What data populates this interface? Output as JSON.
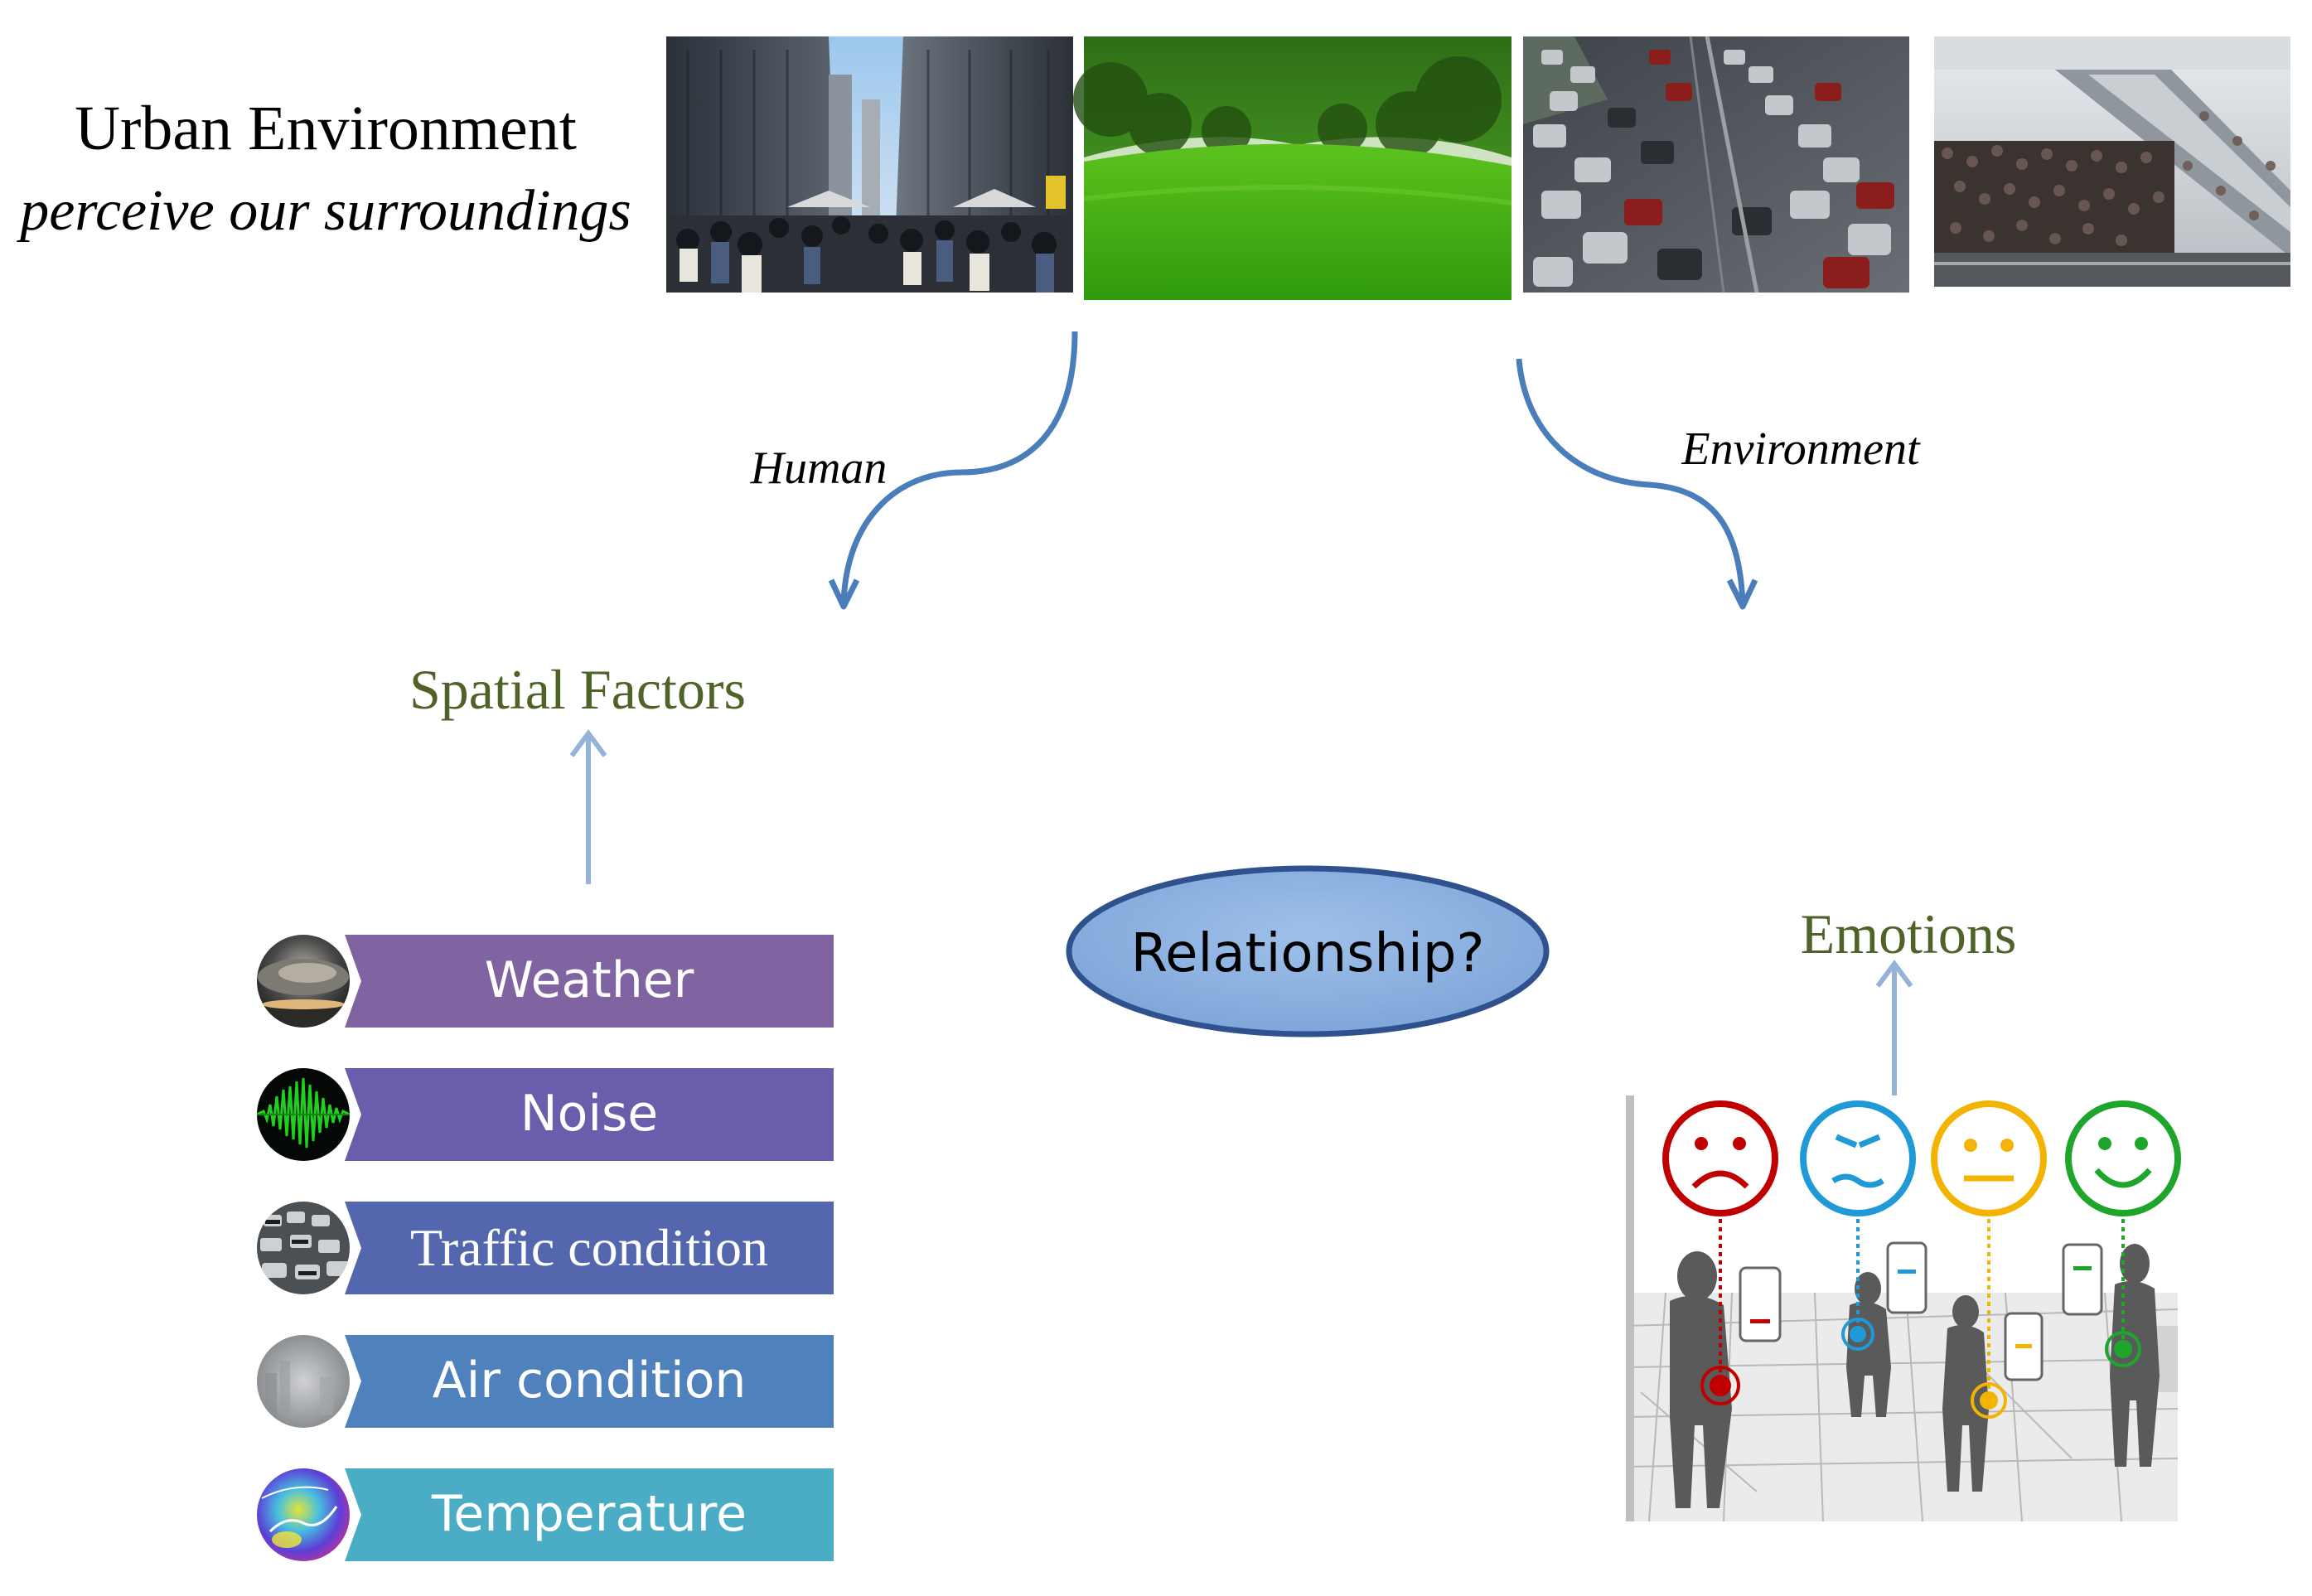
{
  "header": {
    "title": "Urban Environment",
    "subtitle": "perceive our surroundings"
  },
  "photos": [
    {
      "icon": "crowded-street-photo"
    },
    {
      "icon": "green-park-photo"
    },
    {
      "icon": "traffic-jam-photo"
    },
    {
      "icon": "crowded-station-photo"
    }
  ],
  "arrows": {
    "left_label": "Human",
    "right_label": "Environment"
  },
  "spatial_factors": {
    "heading": "Spatial Factors",
    "heading_color": "#4f6228",
    "items": [
      {
        "label": "Weather",
        "color": "#8064a2",
        "icon": "storm-cloud-icon"
      },
      {
        "label": "Noise",
        "color": "#6a5dab",
        "icon": "sound-wave-icon"
      },
      {
        "label": "Traffic condition",
        "color": "#5467ae",
        "icon": "traffic-icon"
      },
      {
        "label": "Air condition",
        "color": "#4f81bd",
        "icon": "fog-icon"
      },
      {
        "label": "Temperature",
        "color": "#4bacc6",
        "icon": "temperature-map-icon"
      }
    ]
  },
  "relationship": {
    "label": "Relationship?",
    "fill": "#8db3e2",
    "stroke": "#2f528f"
  },
  "emotions": {
    "heading": "Emotions",
    "heading_color": "#4f6228",
    "faces": [
      {
        "mood": "sad",
        "color": "#c00000"
      },
      {
        "mood": "angry",
        "color": "#1f9ad6"
      },
      {
        "mood": "neutral",
        "color": "#f2b400"
      },
      {
        "mood": "happy",
        "color": "#1fa52b"
      }
    ]
  }
}
